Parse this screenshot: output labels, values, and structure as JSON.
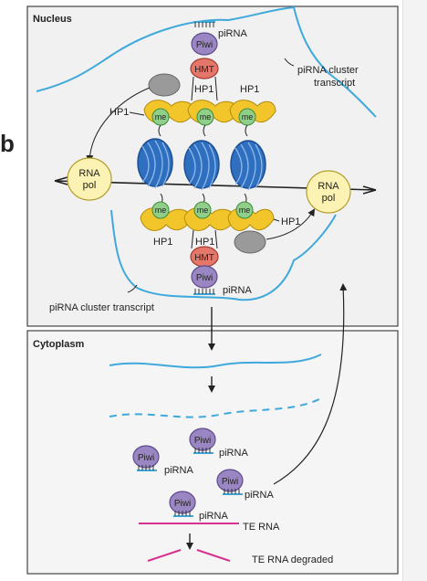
{
  "panel_label": "b",
  "nucleus": {
    "title": "Nucleus",
    "pirna_top": "piRNA",
    "piwi_top": "Piwi",
    "hmt_top": "HMT",
    "hp1_top_left": "HP1",
    "hp1_top_mid": "HP1",
    "hp1_top_right": "HP1",
    "me_labels": [
      "me",
      "me",
      "me",
      "me",
      "me",
      "me"
    ],
    "cluster_transcript_top_line1": "piRNA cluster",
    "cluster_transcript_top_line2": "transcript",
    "rna_pol_left_line1": "RNA",
    "rna_pol_left_line2": "pol",
    "rna_pol_right_line1": "RNA",
    "rna_pol_right_line2": "pol",
    "hp1_bottom_left": "HP1",
    "hp1_bottom_mid": "HP1",
    "hp1_bottom_right": "HP1",
    "hmt_bottom": "HMT",
    "piwi_bottom": "Piwi",
    "pirna_bottom": "piRNA",
    "cluster_transcript_bottom": "piRNA cluster transcript"
  },
  "cytoplasm": {
    "title": "Cytoplasm",
    "piwi_complexes": [
      {
        "piwi": "Piwi",
        "pirna": "piRNA"
      },
      {
        "piwi": "Piwi",
        "pirna": "piRNA"
      },
      {
        "piwi": "Piwi",
        "pirna": "piRNA"
      },
      {
        "piwi": "Piwi",
        "pirna": "piRNA"
      }
    ],
    "te_rna": "TE RNA",
    "te_rna_degraded": "TE RNA degraded"
  },
  "colors": {
    "blue_line": "#3fa9dc",
    "piwi_purple": "#9b86c4",
    "hmt_red": "#e5766a",
    "hp1_yellow": "#f2c62b",
    "me_green": "#8fcf8a",
    "nucleosome_blue": "#2f6fbf",
    "rna_pol_yellow": "#fbf2b4",
    "te_rna_magenta": "#d6338f",
    "grey_protein": "#9a9a9a",
    "nucleus_bg": "#f1f1f1",
    "cytoplasm_bg": "#f5f5f5"
  }
}
